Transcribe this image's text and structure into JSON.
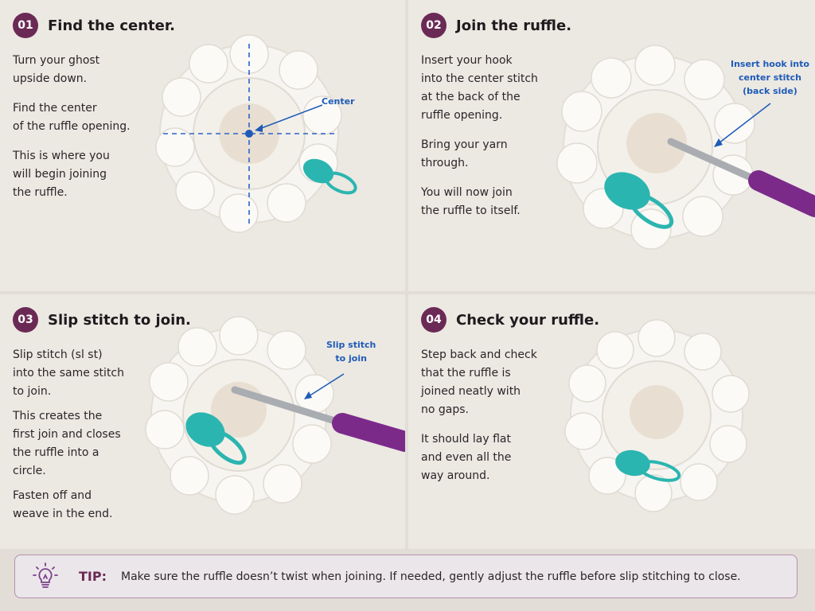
{
  "steps": [
    {
      "number": "01",
      "title": "Find the center.",
      "paragraphs": [
        "Turn your ghost\nupside down.",
        "Find the center\nof the ruffle opening.",
        "This is where you\nwill begin joining\nthe ruffle."
      ],
      "callout": "Center"
    },
    {
      "number": "02",
      "title": "Join the ruffle.",
      "paragraphs": [
        "Insert your hook\ninto the center stitch\nat the back of the\nruffle opening.",
        "Bring your yarn\nthrough.",
        "You will now join\nthe ruffle to itself."
      ],
      "callout": "Insert hook into\ncenter stitch\n(back side)"
    },
    {
      "number": "03",
      "title": "Slip stitch to join.",
      "paragraphs": [
        "Slip stitch (sl st)\ninto the same stitch\nto join.",
        "This creates the\nfirst join and closes\nthe ruffle into a\ncircle.",
        "Fasten off and\nweave in the end."
      ],
      "callout": "Slip stitch\nto join"
    },
    {
      "number": "04",
      "title": "Check your ruffle.",
      "paragraphs": [
        "Step back and check\nthat the ruffle is\njoined neatly with\nno gaps.",
        "It should lay flat\nand even all the\nway around."
      ]
    }
  ],
  "tip": {
    "label": "TIP:",
    "text": "Make sure the ruffle doesn’t twist when joining. If needed, gently adjust the ruffle before slip stitching to close.",
    "icon": "lightbulb-icon"
  },
  "colors": {
    "accent": "#6b2a55",
    "callout": "#1e5bb8",
    "marker": "#2bb5b0",
    "hook_handle": "#7b2a8a"
  }
}
